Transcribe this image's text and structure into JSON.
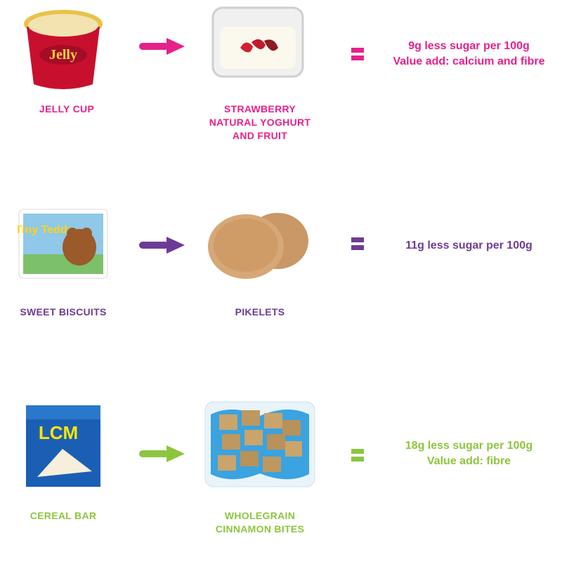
{
  "colors": {
    "pink": "#e6218a",
    "purple": "#6d3b96",
    "green": "#8cc63f"
  },
  "rows": [
    {
      "from": {
        "label": "JELLY CUP",
        "image": "jelly-cup-image",
        "brand_text": "Jelly"
      },
      "to": {
        "label": "STRAWBERRY\nNATURAL YOGHURT\nAND FRUIT",
        "image": "yoghurt-strawberry-container-image"
      },
      "benefit": "9g less sugar per 100g\nValue add: calcium and fibre",
      "color": "#e6218a"
    },
    {
      "from": {
        "label": "SWEET BISCUITS",
        "image": "tiny-teddy-biscuit-pack-image",
        "brand_text": "Tiny Teddy"
      },
      "to": {
        "label": "PIKELETS",
        "image": "pikelets-image"
      },
      "benefit": "11g less sugar per 100g",
      "color": "#6d3b96"
    },
    {
      "from": {
        "label": "CEREAL BAR",
        "image": "lcm-cereal-bar-box-image",
        "brand_text": "LCM"
      },
      "to": {
        "label": "WHOLEGRAIN\nCINNAMON BITES",
        "image": "cinnamon-bites-bowl-image"
      },
      "benefit": "18g less sugar per 100g\nValue add: fibre",
      "color": "#8cc63f"
    }
  ]
}
